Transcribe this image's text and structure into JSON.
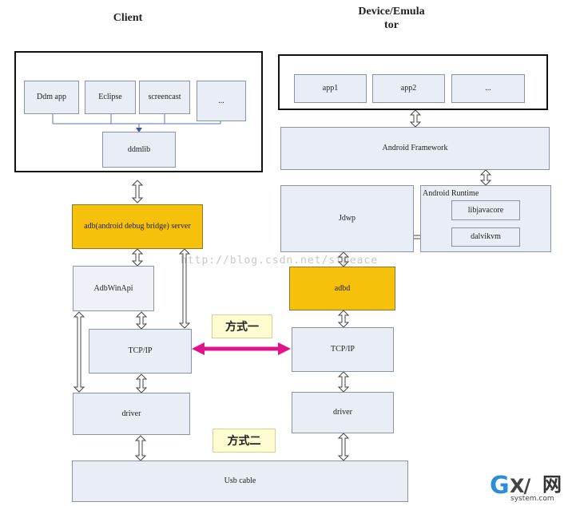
{
  "titles": {
    "client": "Client",
    "device_line1": "Device/Emula",
    "device_line2": "tor"
  },
  "client": {
    "apps": [
      "Ddm app",
      "Eclipse",
      "screencast",
      "..."
    ],
    "ddmlib": "ddmlib",
    "adb_server": "adb(android debug bridge) server",
    "adbwinapi": "AdbWinApi",
    "tcpip": "TCP/IP",
    "driver": "driver"
  },
  "device": {
    "apps": [
      "app1",
      "app2",
      "..."
    ],
    "framework": "Android Framework",
    "jdwp": "Jdwp",
    "runtime_label": "Android Runtime",
    "libjavacore": "libjavacore",
    "dalvikvm": "dalvikvm",
    "adbd": "adbd",
    "tcpip": "TCP/IP",
    "driver": "driver"
  },
  "usb_cable": "Usb cable",
  "notes": {
    "method1": "方式一",
    "method2": "方式二"
  },
  "watermark": "http://blog.csdn.net/stpeace",
  "logo": {
    "g": "G",
    "xi": "X/",
    "wang": "网",
    "site": "system.com"
  },
  "colors": {
    "box_fill": "#e8edf6",
    "highlight": "#f6c10a",
    "tcp_link": "#e0148a",
    "note_fill": "#fffcd2"
  }
}
